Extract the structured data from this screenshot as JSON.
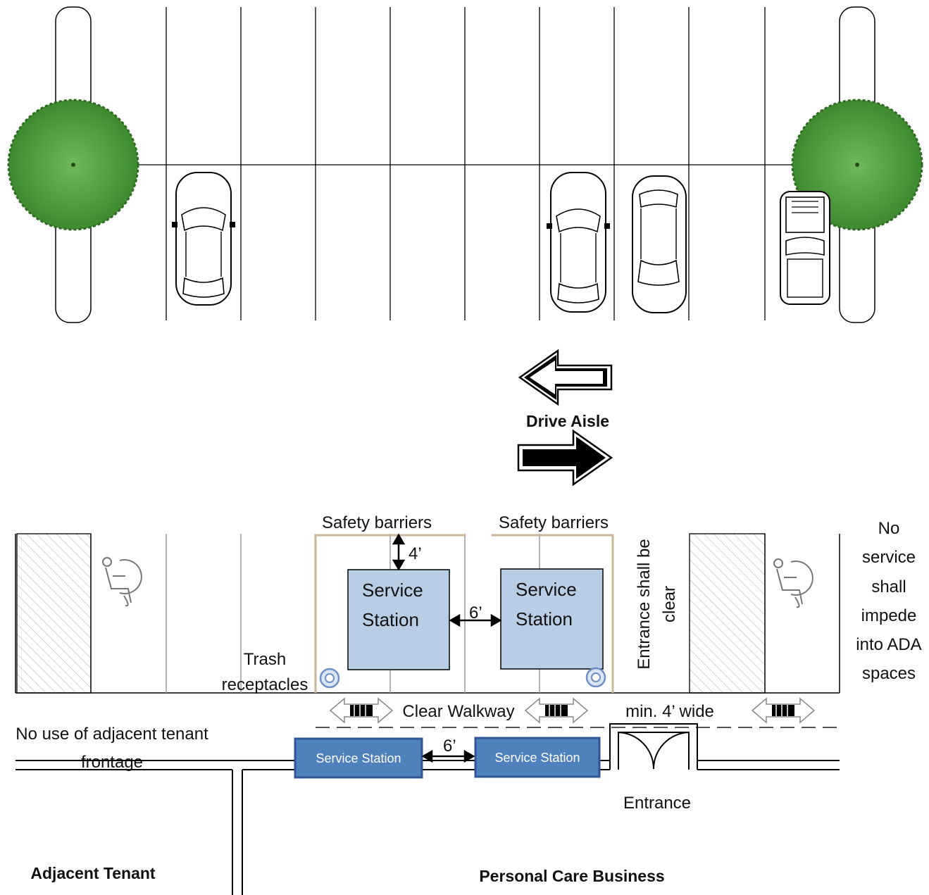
{
  "drive_aisle": {
    "label": "Drive Aisle"
  },
  "barriers": {
    "left_label": "Safety barriers",
    "right_label": "Safety barriers"
  },
  "dimensions": {
    "barrier_clearance": "4’",
    "station_gap_upper": "6’",
    "station_gap_lower": "6’"
  },
  "upper_stations": [
    {
      "line1": "Service",
      "line2": "Station"
    },
    {
      "line1": "Service",
      "line2": "Station"
    }
  ],
  "lower_stations": [
    {
      "label": "Service Station"
    },
    {
      "label": "Service Station"
    }
  ],
  "trash": {
    "line1": "Trash",
    "line2": "receptacles"
  },
  "entrance_note": {
    "line1": "Entrance shall be",
    "line2": "clear"
  },
  "ada_note": {
    "lines": [
      "No",
      "service",
      "shall",
      "impede",
      "into ADA",
      "spaces"
    ]
  },
  "walkway": {
    "label": "Clear Walkway",
    "width_note": "min. 4’ wide"
  },
  "adjacent_note": {
    "line1": "No use of adjacent tenant",
    "line2": "frontage"
  },
  "entrance": {
    "label": "Entrance"
  },
  "tenants": {
    "left": "Adjacent Tenant",
    "right": "Personal Care Business"
  },
  "colors": {
    "tree_green": "#4e9a3c",
    "station_fill_light": "#b9cde5",
    "station_fill_dark": "#4f81bd",
    "station_border_dark": "#2f5597",
    "trash_blue": "#8fa9d6",
    "barrier_tan": "#c9b79a"
  }
}
